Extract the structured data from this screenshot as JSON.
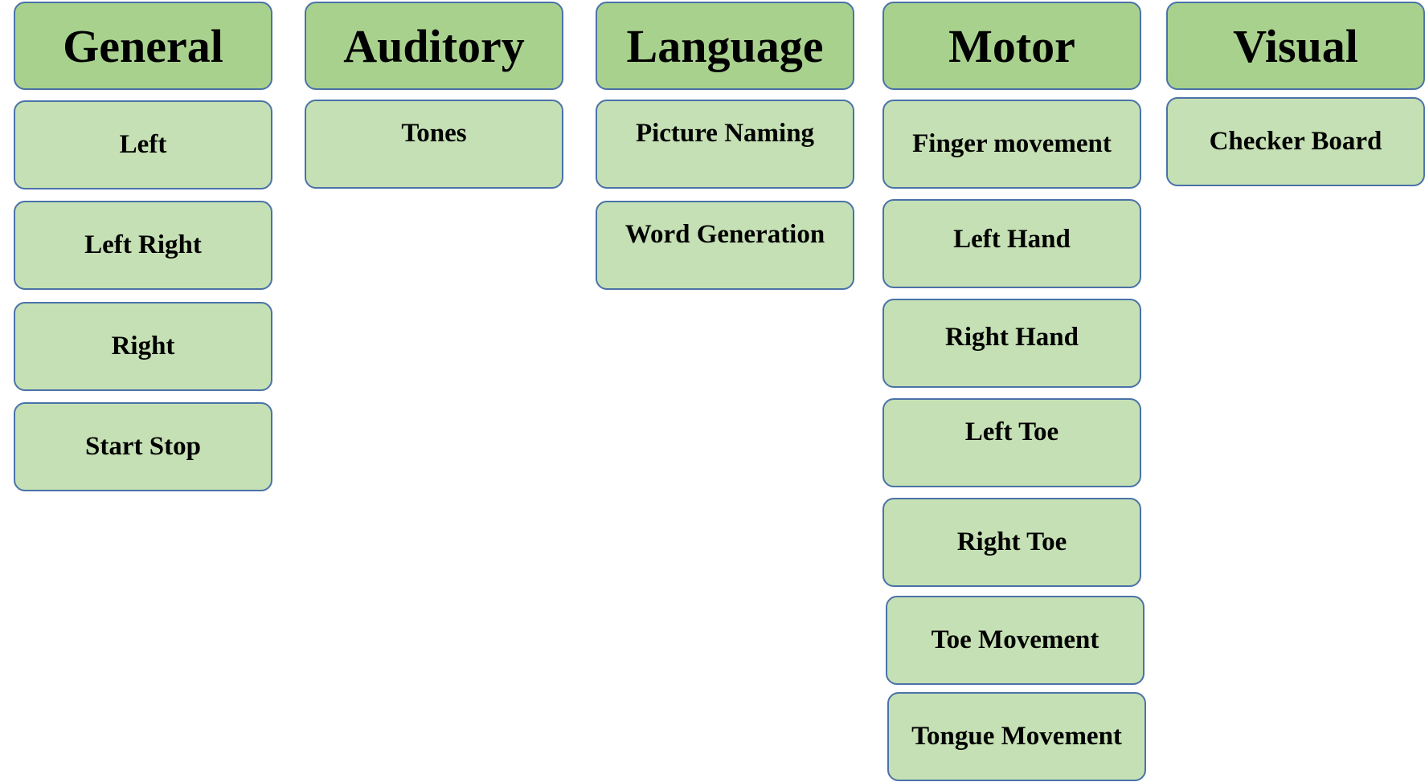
{
  "colors": {
    "header_fill": "#a9d18e",
    "item_fill": "#c5e0b4",
    "border": "#4a72a8",
    "text": "#000000"
  },
  "categories": [
    {
      "title": "General",
      "items": [
        "Left",
        "Left Right",
        "Right",
        "Start Stop"
      ]
    },
    {
      "title": "Auditory",
      "items": [
        "Tones"
      ]
    },
    {
      "title": "Language",
      "items": [
        "Picture Naming",
        "Word Generation"
      ]
    },
    {
      "title": "Motor",
      "items": [
        "Finger movement",
        "Left Hand",
        "Right Hand",
        "Left Toe",
        "Right Toe",
        "Toe Movement",
        "Tongue Movement"
      ]
    },
    {
      "title": "Visual",
      "items": [
        "Checker Board"
      ]
    }
  ]
}
